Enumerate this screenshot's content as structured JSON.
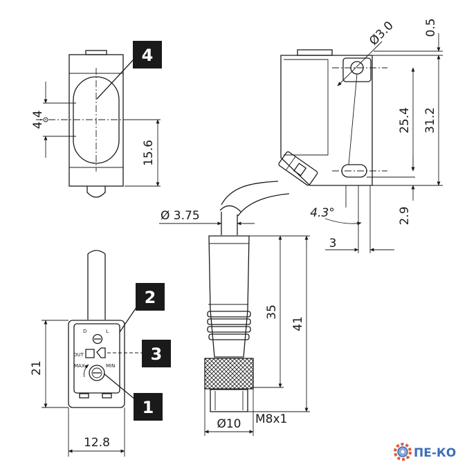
{
  "dimensions": {
    "d_hole": "Ø3.0",
    "gap_top": "0.5",
    "height_holes": "25.4",
    "height_total": "31.2",
    "bottom_offset": "2.9",
    "angle": "4.3°",
    "offset_3": "3",
    "d_cable": "Ø 3.75",
    "conn_len_35": "35",
    "conn_len_41": "41",
    "d_conn": "Ø10",
    "thread": "M8x1",
    "front_4_4": "4.4",
    "front_15_6": "15.6",
    "back_21": "21",
    "back_12_8": "12.8"
  },
  "callouts": [
    "4",
    "2",
    "3",
    "1"
  ],
  "panel_labels": {
    "d": "D",
    "l": "L",
    "out": "OUT",
    "max": "MAX",
    "min": "MIN"
  },
  "logo": {
    "text": "ПЕ-КО",
    "icon": "gear-icon",
    "color": "#3d6fb6"
  }
}
